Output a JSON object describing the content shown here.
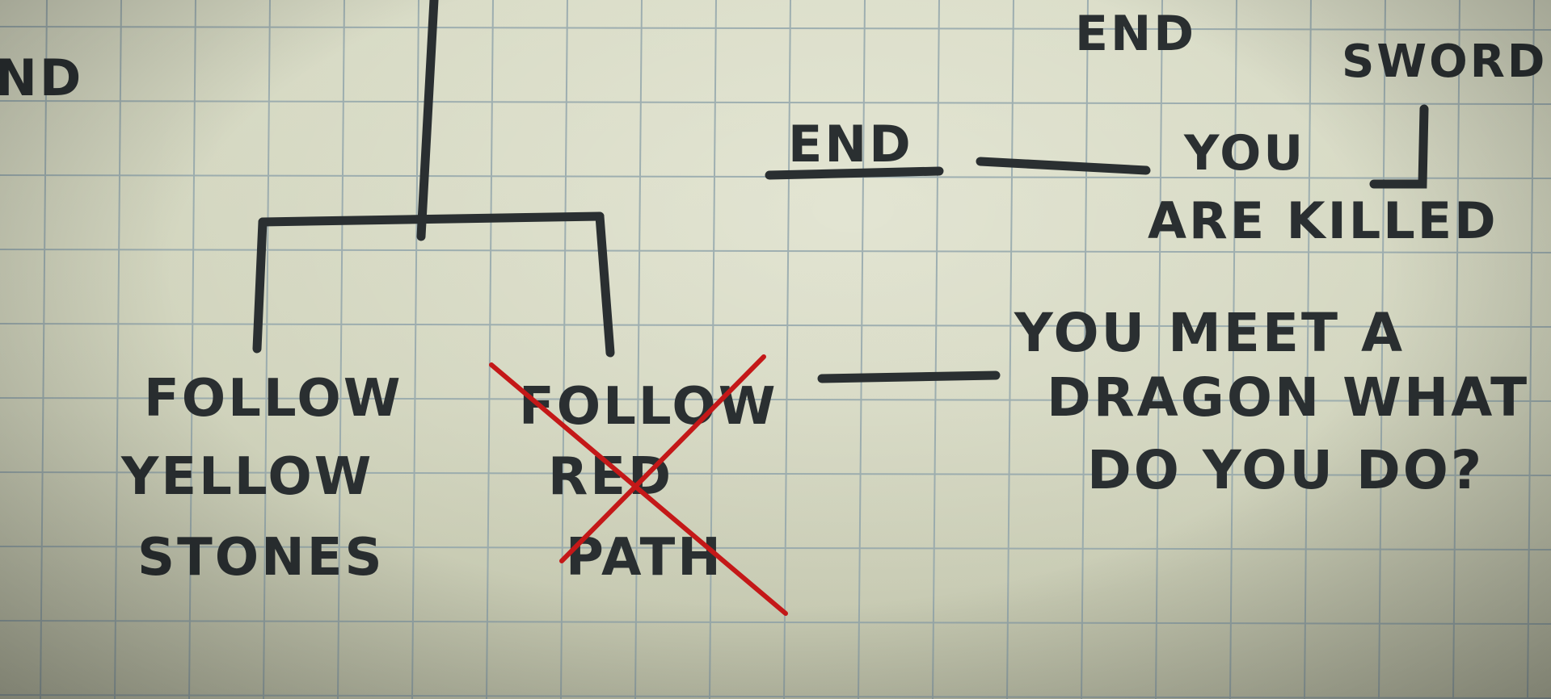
{
  "colors": {
    "paper": "#d3d6bf",
    "grid": "#8fa3aa",
    "ink": "#2a2f31",
    "cross": "#c41818"
  },
  "choices": {
    "left": {
      "lines": [
        "FOLLOW",
        "YELLOW",
        "STONES"
      ]
    },
    "right": {
      "lines": [
        "FOLLOW",
        "RED",
        "PATH"
      ],
      "crossed_out": true
    }
  },
  "dragon": {
    "lines": [
      "YOU MEET A",
      "DRAGON WHAT",
      "DO YOU DO?"
    ]
  },
  "killed": {
    "lines": [
      "YOU",
      "ARE KILLED"
    ]
  },
  "ends": {
    "top": "END",
    "left_partial": "ND",
    "middle": "END"
  },
  "sword": "SWORD"
}
